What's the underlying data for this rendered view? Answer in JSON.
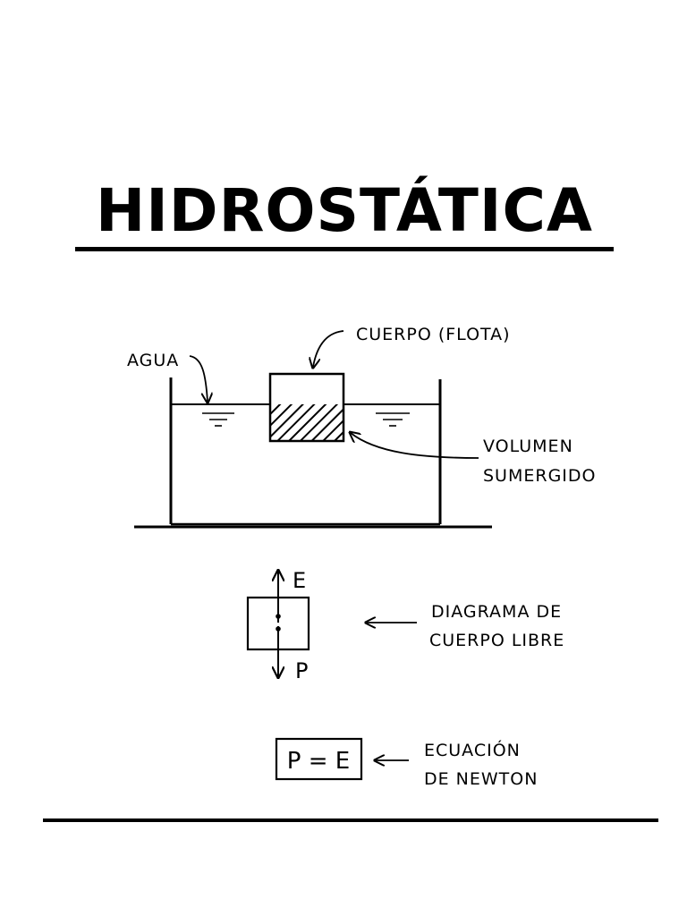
{
  "title": "HIDROSTÁTICA",
  "diagram": {
    "label_water": "AGUA",
    "label_body": "CUERPO (FLOTA)",
    "label_volume_line1": "VOLUMEN",
    "label_volume_line2": "SUMERGIDO"
  },
  "free_body": {
    "force_up": "E",
    "force_down": "P",
    "label_line1": "DIAGRAMA DE",
    "label_line2": "CUERPO LIBRE"
  },
  "equation": {
    "formula": "P = E",
    "label_line1": "ECUACIÓN",
    "label_line2": "DE NEWTON"
  }
}
